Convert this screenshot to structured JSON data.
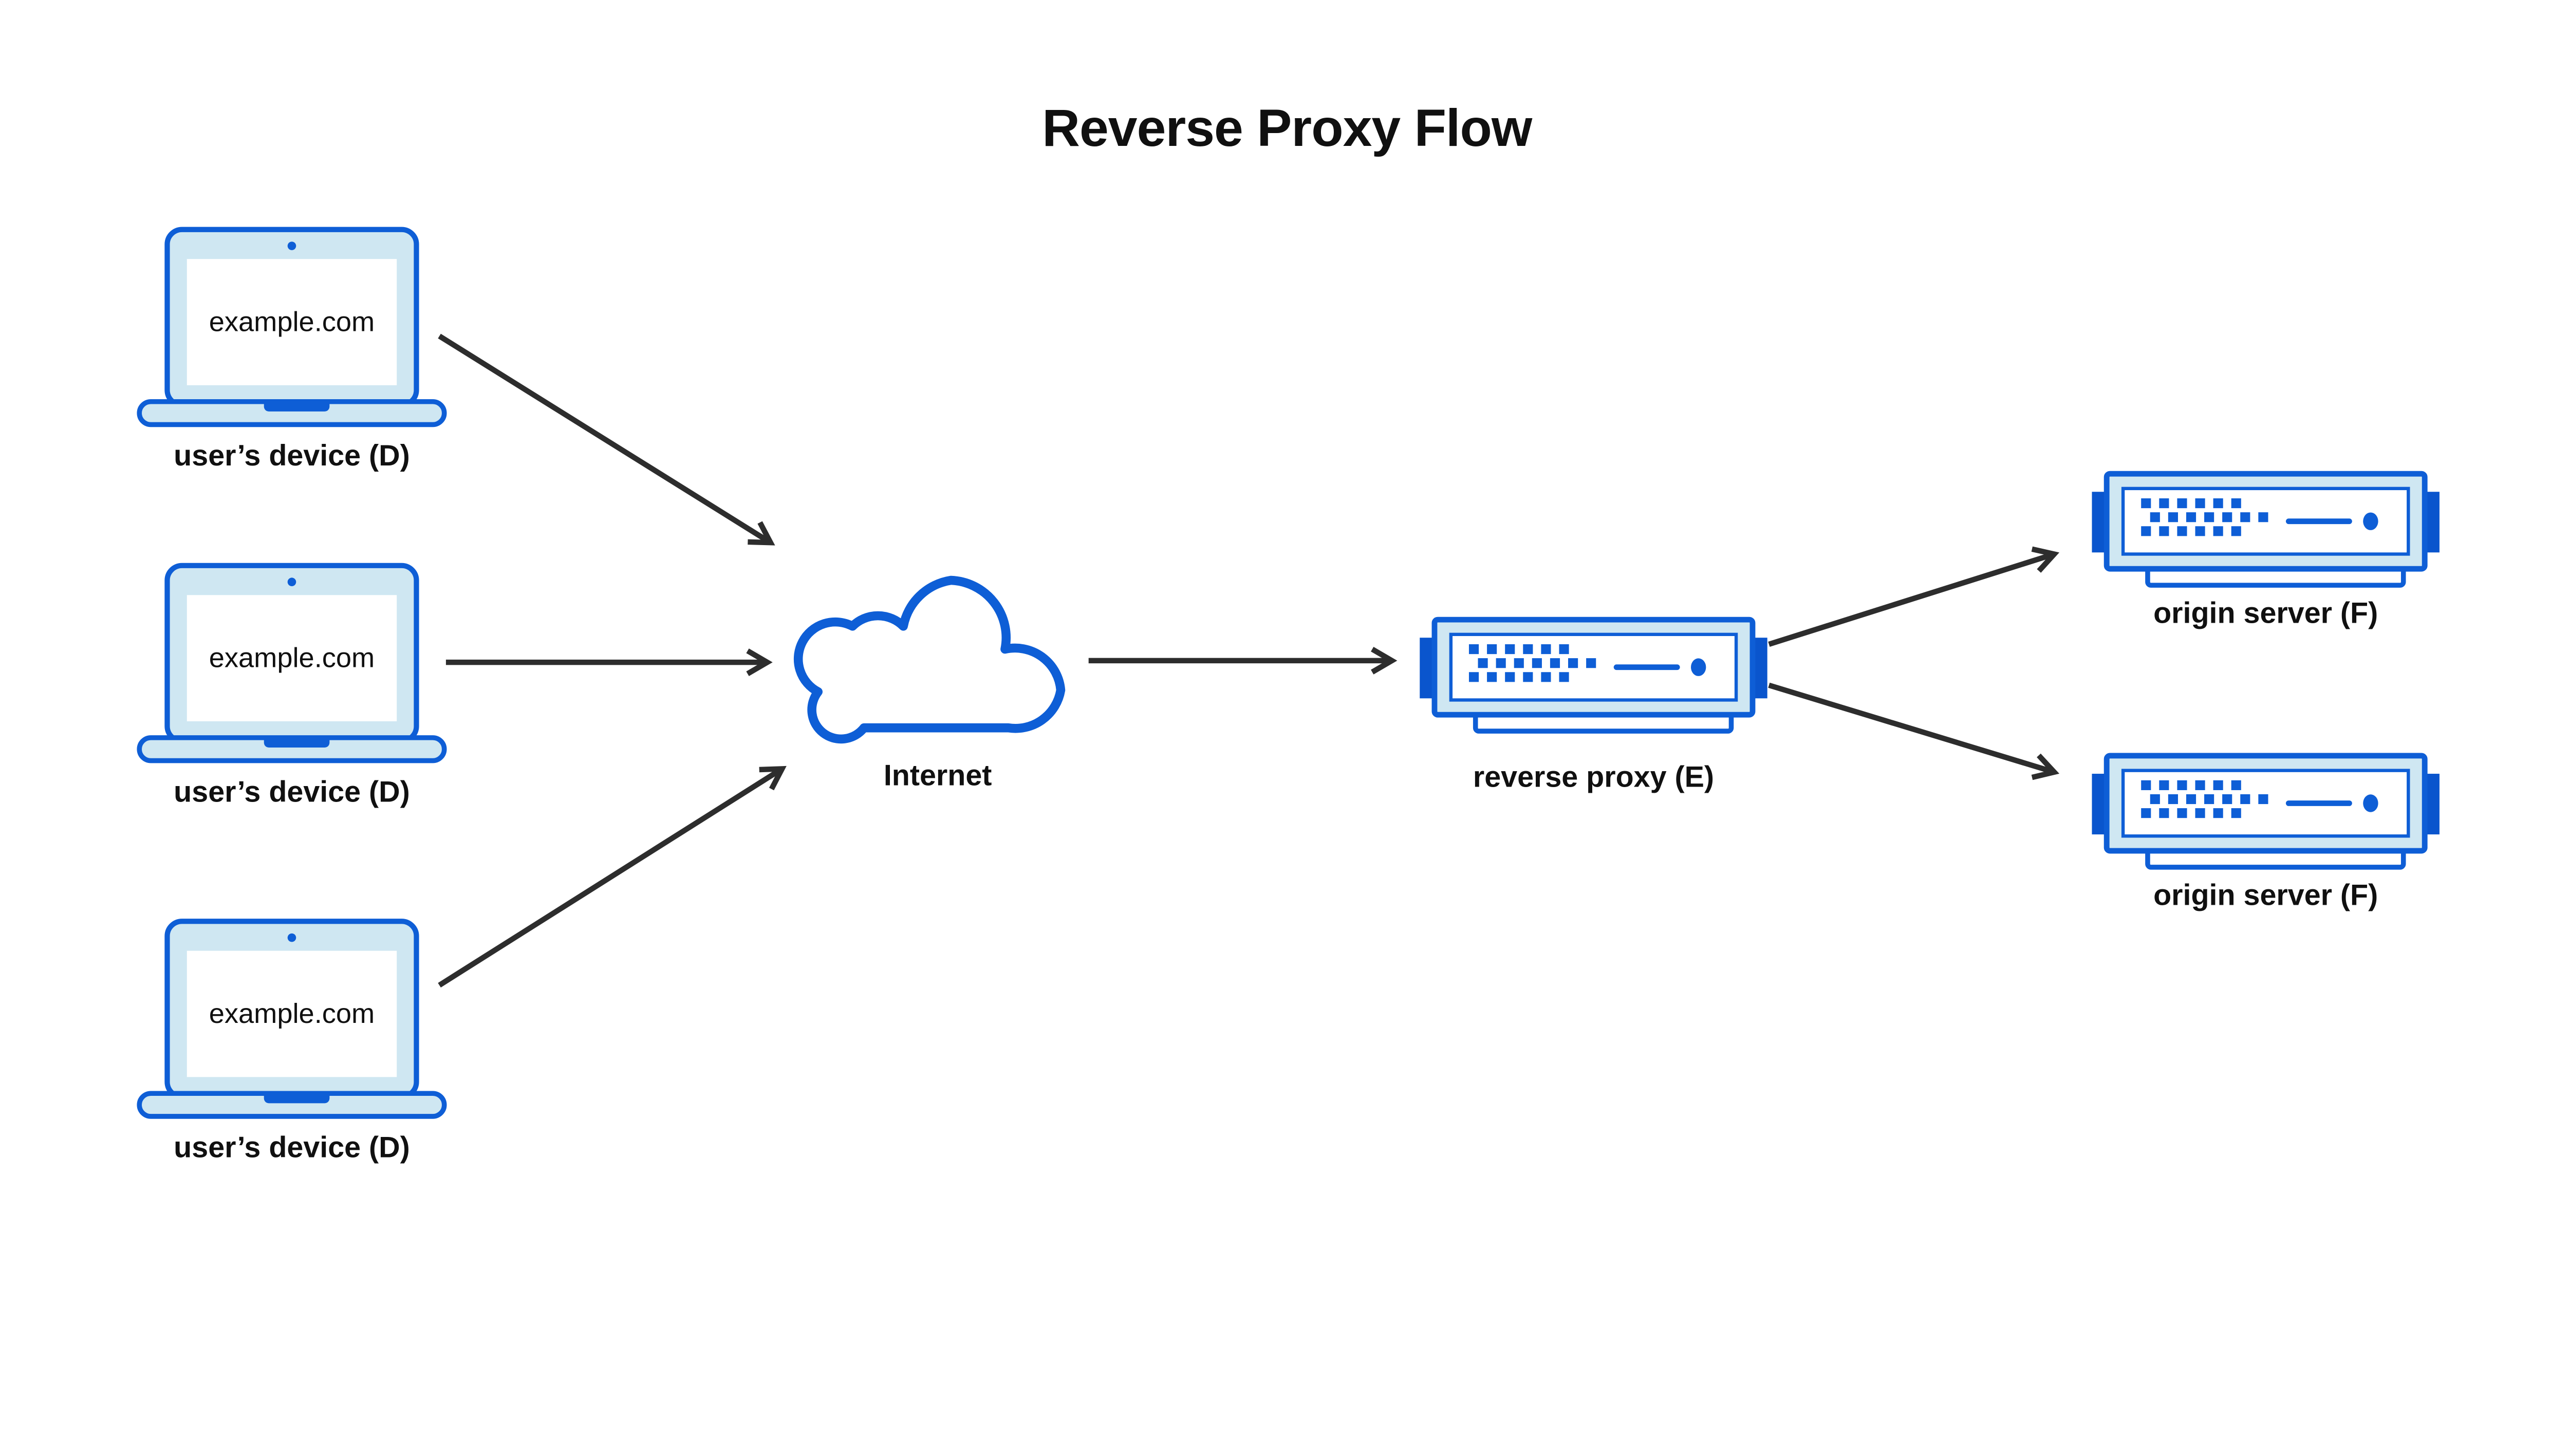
{
  "title": "Reverse Proxy Flow",
  "colors": {
    "primary_blue": "#0e5ed6",
    "deep_blue": "#0a55cd",
    "light_blue_fill": "#cfe7f2",
    "white": "#ffffff",
    "text_black": "#101010",
    "arrow_gray": "#2d2d2d"
  },
  "nodes": {
    "devices": [
      {
        "screen_label": "example.com",
        "label": "user’s device (D)"
      },
      {
        "screen_label": "example.com",
        "label": "user’s device (D)"
      },
      {
        "screen_label": "example.com",
        "label": "user’s device (D)"
      }
    ],
    "internet": {
      "label": "Internet"
    },
    "reverse_proxy": {
      "label": "reverse proxy (E)"
    },
    "origin_servers": [
      {
        "label": "origin server (F)"
      },
      {
        "label": "origin server (F)"
      }
    ]
  },
  "edges": [
    {
      "from": "user’s device (D) 1",
      "to": "Internet"
    },
    {
      "from": "user’s device (D) 2",
      "to": "Internet"
    },
    {
      "from": "user’s device (D) 3",
      "to": "Internet"
    },
    {
      "from": "Internet",
      "to": "reverse proxy (E)"
    },
    {
      "from": "reverse proxy (E)",
      "to": "origin server (F) 1"
    },
    {
      "from": "reverse proxy (E)",
      "to": "origin server (F) 2"
    }
  ]
}
